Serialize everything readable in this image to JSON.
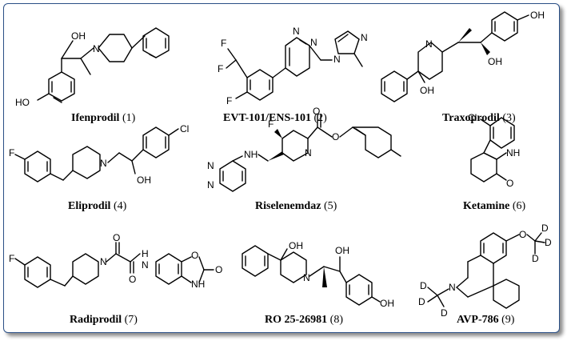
{
  "compounds": [
    {
      "name": "Ifenprodil",
      "number": "(1)"
    },
    {
      "name": "EVT-101/ENS-101",
      "number": "(2)"
    },
    {
      "name": "Traxoprodil",
      "number": "(3)"
    },
    {
      "name": "Eliprodil",
      "number": "(4)"
    },
    {
      "name": "Riselenemdaz",
      "number": "(5)"
    },
    {
      "name": "Ketamine",
      "number": "(6)"
    },
    {
      "name": "Radiprodil",
      "number": "(7)"
    },
    {
      "name": "RO 25-26981",
      "number": "(8)"
    },
    {
      "name": "AVP-786",
      "number": "(9)"
    }
  ],
  "atoms": {
    "OH": "OH",
    "HO": "HO",
    "N": "N",
    "F": "F",
    "Cl": "Cl",
    "O": "O",
    "NH": "NH",
    "H": "H",
    "D": "D"
  }
}
